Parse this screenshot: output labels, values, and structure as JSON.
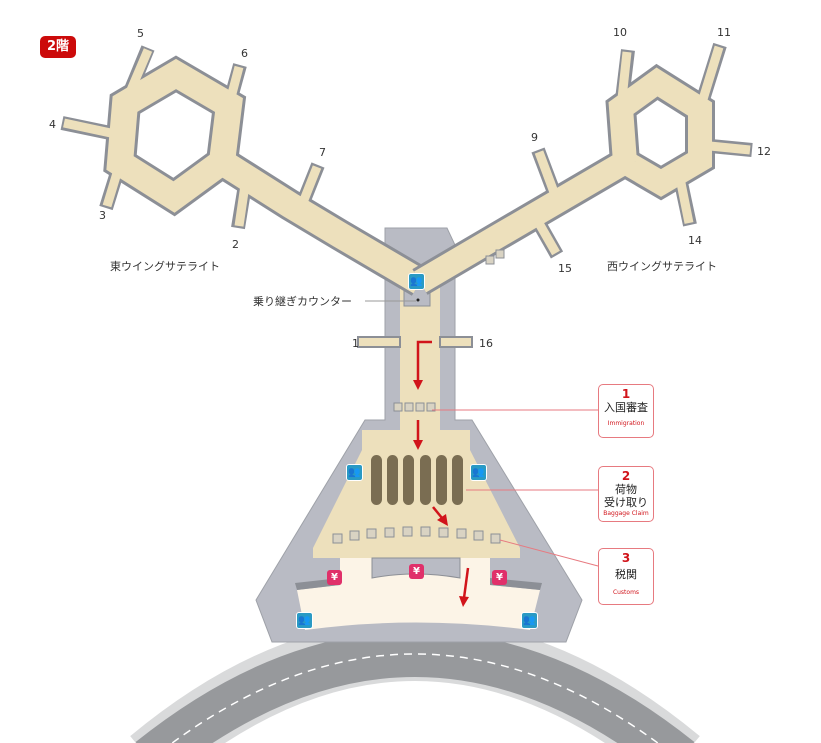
{
  "floor_label": "2階",
  "wings": {
    "east": "東ウイングサテライト",
    "west": "西ウイングサテライト"
  },
  "transfer_counter": "乗り継ぎカウンター",
  "gates": [
    "1",
    "2",
    "3",
    "4",
    "5",
    "6",
    "7",
    "9",
    "10",
    "11",
    "12",
    "14",
    "15",
    "16"
  ],
  "steps": [
    {
      "number": "1",
      "jp": "入国審査",
      "en": "Immigration"
    },
    {
      "number": "2",
      "jp": "荷物",
      "jp2": "受け取り",
      "en": "Baggage Claim"
    },
    {
      "number": "3",
      "jp": "税関",
      "en": "Customs"
    }
  ],
  "icons": {
    "restroom": "restroom-icon",
    "currency": "yen-icon",
    "yen_symbol": "¥"
  },
  "colors": {
    "floor": "#ede0bc",
    "wall": "#b9bbc4",
    "accent": "#d1141b",
    "restroom": "#2a9ac4",
    "currency": "#e0306a"
  }
}
